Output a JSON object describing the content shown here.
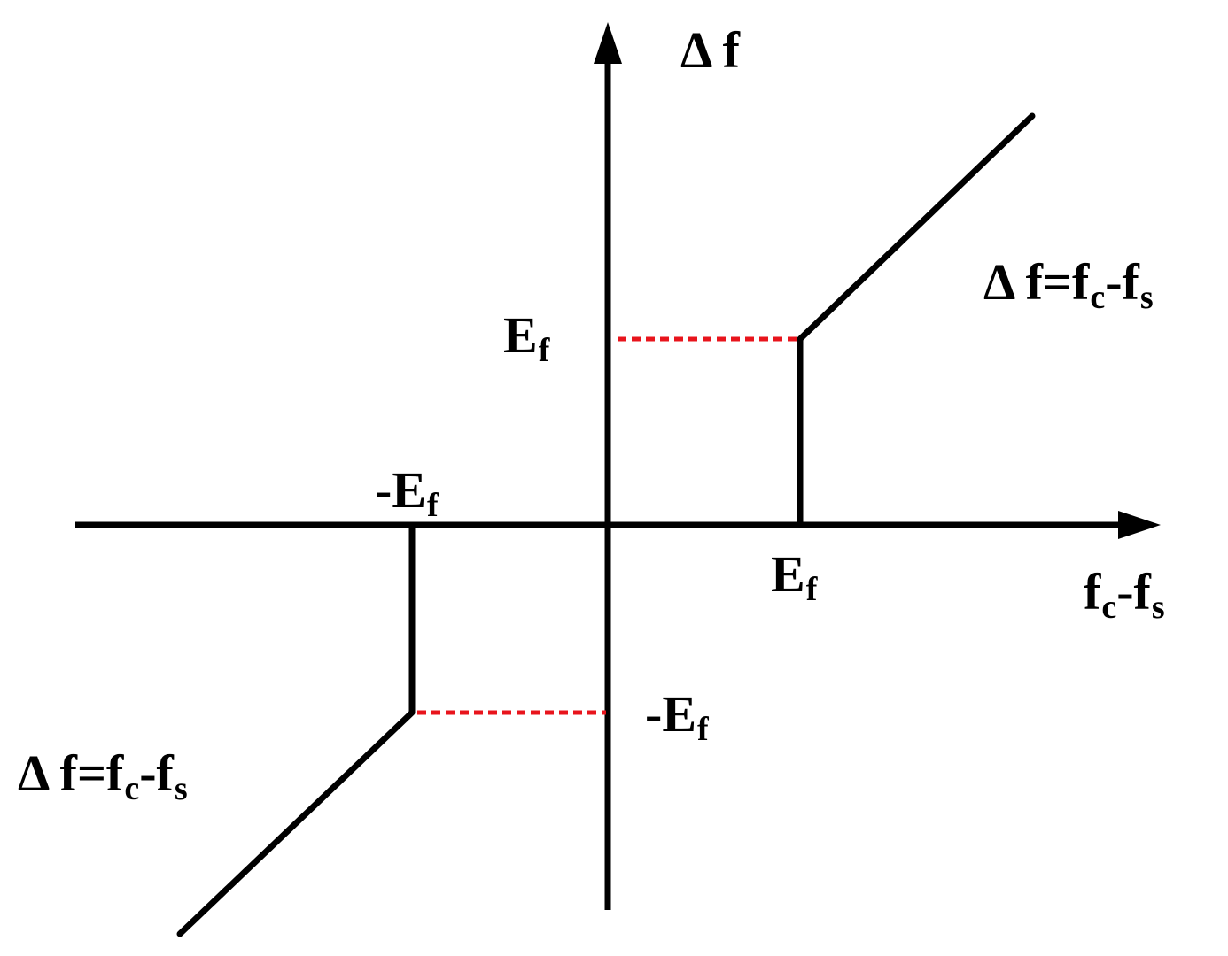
{
  "labels": {
    "y_axis": {
      "main": "Δ f"
    },
    "x_axis": {
      "main": "f",
      "sub": "c",
      "mid": "-f",
      "sub2": "s"
    },
    "ef_vertical_pos": {
      "main": "E",
      "sub": "f"
    },
    "ef_horizontal_pos": {
      "main": "E",
      "sub": "f"
    },
    "ef_horizontal_neg": {
      "main": "-E",
      "sub": "f"
    },
    "ef_vertical_neg": {
      "main": "-E",
      "sub": "f"
    },
    "formula_upper": {
      "main": "Δ f=f",
      "sub": "c",
      "mid": "-f",
      "sub2": "s"
    },
    "formula_lower": {
      "main": "Δ f=f",
      "sub": "c",
      "mid": "-f",
      "sub2": "s"
    }
  },
  "colors": {
    "stroke": "#000000",
    "dashed": "#e8141c",
    "background": "#ffffff"
  }
}
